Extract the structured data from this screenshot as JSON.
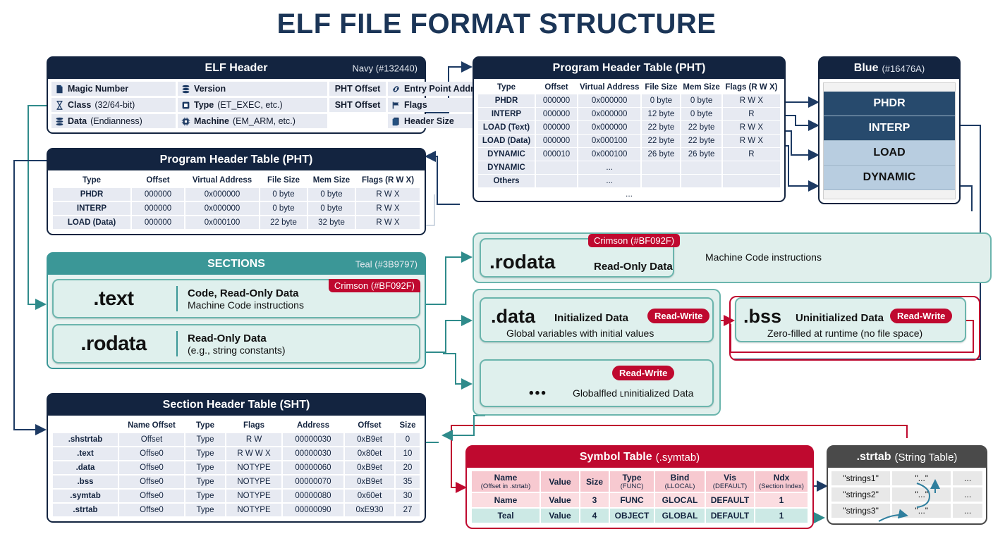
{
  "page": {
    "title": "ELF FILE FORMAT STRUCTURE"
  },
  "colors": {
    "navy": "#132440",
    "blue": "#16476A",
    "teal": "#3B9797",
    "crimson": "#BF092F"
  },
  "elf_header": {
    "title": "ELF Header",
    "note": "Navy (#132440)",
    "fields": [
      {
        "icon": "file-icon",
        "label": "Magic Number",
        "sub": ""
      },
      {
        "icon": "database-icon",
        "label": "Version",
        "sub": ""
      },
      {
        "icon": "",
        "label": "PHT Offset",
        "sub": ""
      },
      {
        "icon": "link-icon",
        "label": "Entry Point Address",
        "sub": ""
      },
      {
        "icon": "hourglass-icon",
        "label": "Class",
        "sub": "(32/64-bit)"
      },
      {
        "icon": "chip-icon",
        "label": "Type",
        "sub": "(ET_EXEC, etc.)"
      },
      {
        "icon": "",
        "label": "SHT Offset",
        "sub": ""
      },
      {
        "icon": "flag-icon",
        "label": "Flags",
        "sub": ""
      },
      {
        "icon": "database-icon",
        "label": "Data",
        "sub": "(Endianness)"
      },
      {
        "icon": "cpu-icon",
        "label": "Machine",
        "sub": "(EM_ARM, etc.)"
      },
      {
        "icon": "",
        "label": "",
        "sub": ""
      },
      {
        "icon": "doc-icon",
        "label": "Header Size",
        "sub": ""
      }
    ]
  },
  "pht_left": {
    "title": "Program Header Table (PHT)",
    "columns": [
      "Type",
      "Offset",
      "Virtual Address",
      "File Size",
      "Mem Size",
      "Flags (R W X)"
    ],
    "rows": [
      [
        "PHDR",
        "000000",
        "0x000000",
        "0 byte",
        "0 byte",
        "R  W  X"
      ],
      [
        "INTERP",
        "000000",
        "0x000000",
        "0 byte",
        "0 byte",
        "R  W  X"
      ],
      [
        "LOAD (Data)",
        "000000",
        "0x000100",
        "22 byte",
        "32 byte",
        "R  W  X"
      ]
    ]
  },
  "pht_mid": {
    "title": "Program Header Table (PHT)",
    "columns": [
      "Type",
      "Offset",
      "Virtual Address",
      "File Size",
      "Mem Size",
      "Flags (R W X)"
    ],
    "rows": [
      [
        "PHDR",
        "000000",
        "0x000000",
        "0 byte",
        "0 byte",
        "R  W  X"
      ],
      [
        "INTERP",
        "000000",
        "0x000000",
        "12 byte",
        "0 byte",
        "R"
      ],
      [
        "LOAD (Text)",
        "000000",
        "0x000000",
        "22 byte",
        "22 byte",
        "R  W  X"
      ],
      [
        "LOAD (Data)",
        "000000",
        "0x000100",
        "22 byte",
        "22 byte",
        "R  W  X"
      ],
      [
        "DYNAMIC",
        "000010",
        "0x000100",
        "26 byte",
        "26 byte",
        "R"
      ],
      [
        "DYNAMIC",
        "",
        "...",
        "",
        "",
        ""
      ],
      [
        "Others",
        "",
        "...",
        "",
        "",
        ""
      ]
    ],
    "footer_ellipsis": "..."
  },
  "sections": {
    "title": "SECTIONS",
    "note": "Teal (#3B9797)",
    "cards": [
      {
        "name": ".text",
        "line1": "Code, Read-Only Data",
        "line2": "Machine Code instructions",
        "badge": "Crimson (#BF092F)"
      },
      {
        "name": ".rodata",
        "line1": "Read-Only Data",
        "line2": "(e.g., string constants)",
        "badge": ""
      }
    ]
  },
  "sht": {
    "title": "Section Header Table (SHT)",
    "columns": [
      "",
      "Name Offset",
      "Type",
      "Flags",
      "Address",
      "Offset",
      "Size"
    ],
    "rows": [
      [
        ".shstrtab",
        "Offset",
        "Type",
        "R W",
        "00000030",
        "0xB9et",
        "0"
      ],
      [
        ".text",
        "Offse0",
        "Type",
        "R W W X",
        "00000030",
        "0x80et",
        "10"
      ],
      [
        ".data",
        "Offse0",
        "Type",
        "NOTYPE",
        "00000060",
        "0xB9et",
        "20"
      ],
      [
        ".bss",
        "Offse0",
        "Type",
        "NOTYPE",
        "00000070",
        "0xB9et",
        "35"
      ],
      [
        ".symtab",
        "Offse0",
        "Type",
        "NOTYPE",
        "00000080",
        "0x60et",
        "30"
      ],
      [
        ".strtab",
        "Offse0",
        "Type",
        "NOTYPE",
        "00000090",
        "0xE930",
        "27"
      ]
    ]
  },
  "memory": {
    "title": "Blue",
    "note": "(#16476A)",
    "blocks": [
      {
        "label": "PHDR",
        "shade": "dark"
      },
      {
        "label": "INTERP",
        "shade": "dark"
      },
      {
        "label": "LOAD",
        "shade": "light"
      },
      {
        "label": "DYNAMIC",
        "shade": "light"
      }
    ]
  },
  "mid_sections": {
    "rodata": {
      "name": ".rodata",
      "sub": "Read-Only Data",
      "badge": "Crimson (#BF092F)",
      "right_text": "Machine Code instructions"
    },
    "data": {
      "name": ".data",
      "title": "Initialized Data",
      "badge": "Read-Write",
      "sub": "Global variables with initial values"
    },
    "bss": {
      "name": ".bss",
      "title": "Uninitialized Data",
      "badge": "Read-Write",
      "sub": "Zero-filled at runtime (no file space)"
    },
    "extra": {
      "name": "•••",
      "badge": "Read-Write",
      "sub": "Globalfled ʟninitialized Data"
    }
  },
  "symtab": {
    "title": "Symbol Table",
    "title_sub": "(.symtab)",
    "columns": [
      {
        "main": "Name",
        "sub": "(Offset in .strtab)"
      },
      {
        "main": "Value",
        "sub": ""
      },
      {
        "main": "Size",
        "sub": ""
      },
      {
        "main": "Type",
        "sub": "(FUNC)"
      },
      {
        "main": "Bind",
        "sub": "(LLOCAL)"
      },
      {
        "main": "Vis",
        "sub": "(DEFAULT)"
      },
      {
        "main": "Ndx",
        "sub": "(Section Index)"
      }
    ],
    "rows": [
      {
        "cells": [
          "Name",
          "Value",
          "3",
          "FUNC",
          "GLOCAL",
          "DEFAULT",
          "1"
        ],
        "tint": "pink"
      },
      {
        "cells": [
          "Teal",
          "Value",
          "4",
          "OBJECT",
          "GLOBAL",
          "DEFAULT",
          "1"
        ],
        "tint": "teal"
      }
    ]
  },
  "strtab": {
    "title": ".strtab",
    "title_sub": "(String Table)",
    "rows": [
      [
        "\"strings1\"",
        "\"...\"",
        "..."
      ],
      [
        "\"strings2\"",
        "\"...\"",
        "..."
      ],
      [
        "\"strings3\"",
        "\"...\"",
        "..."
      ]
    ]
  }
}
